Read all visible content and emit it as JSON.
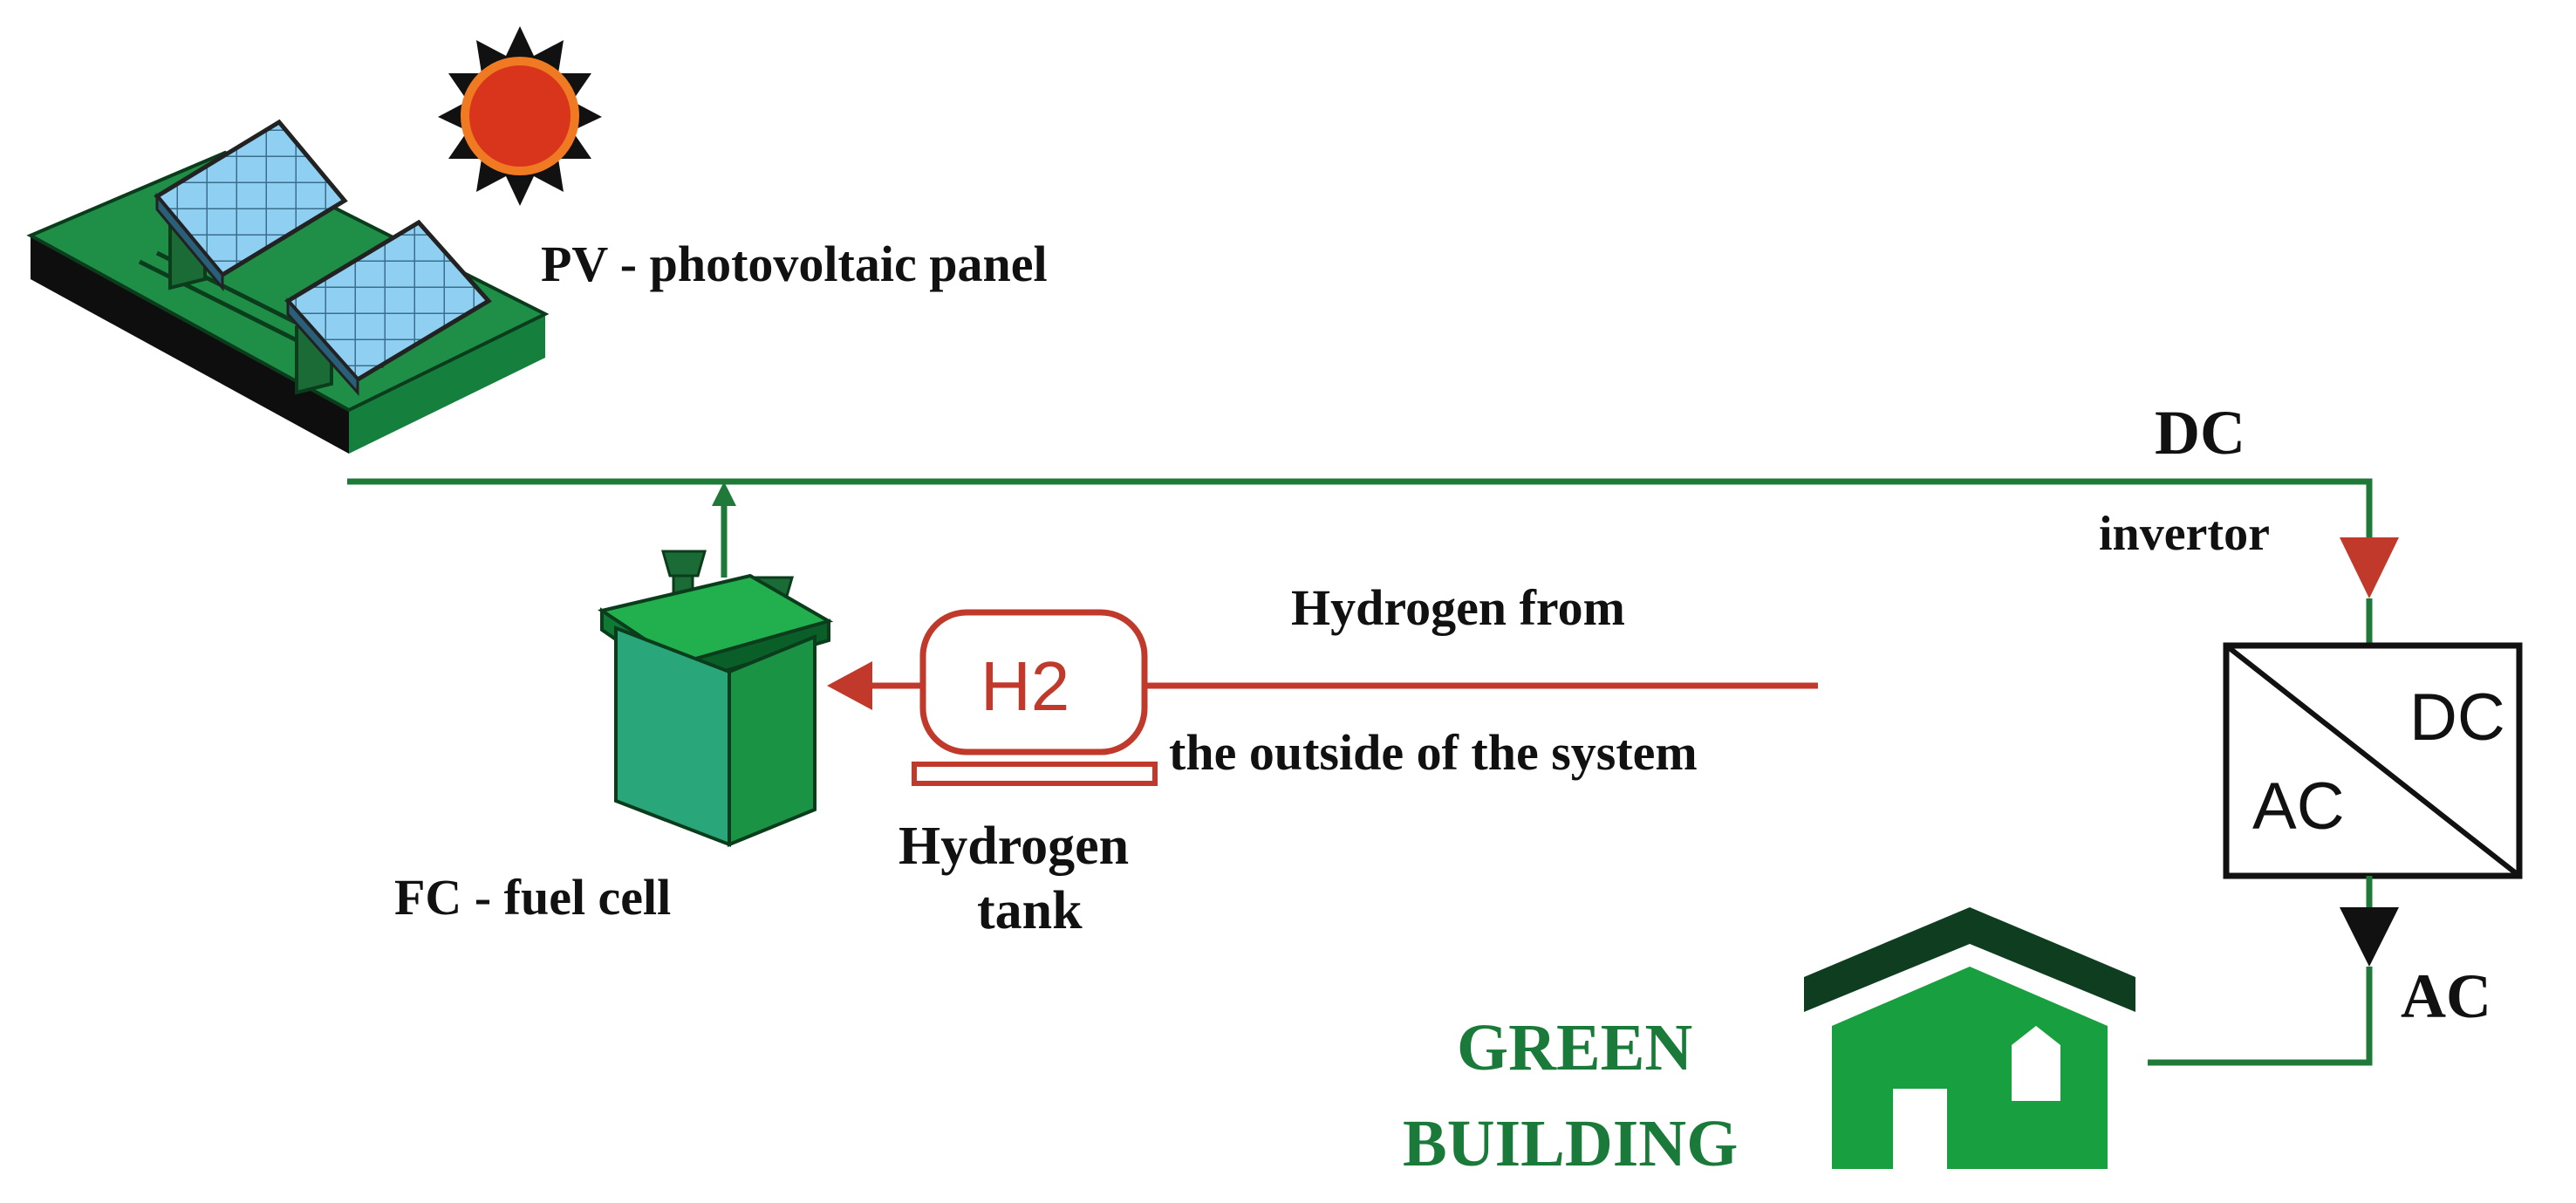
{
  "labels": {
    "pv": "PV -  photovoltaic panel",
    "dc_top": "DC",
    "invertor": "invertor",
    "hydrogen_from": "Hydrogen from",
    "outside_system": "the outside of the system",
    "h2": "H2",
    "hydrogen_tank_line1": "Hydrogen",
    "hydrogen_tank_line2": "tank",
    "fuel_cell": "FC - fuel cell",
    "inverter_dc": "DC",
    "inverter_ac": "AC",
    "ac_out": "AC",
    "green_building_line1": "GREEN",
    "green_building_line2": "BUILDING"
  },
  "colors": {
    "green_line": "#1f7a3a",
    "red_line": "#c0392b",
    "green_text": "#1a7a3a",
    "house_green": "#18a040",
    "roof_dark": "#0f3d1f",
    "panel_blue": "#7ec8ef",
    "sun_red": "#d9351d"
  }
}
